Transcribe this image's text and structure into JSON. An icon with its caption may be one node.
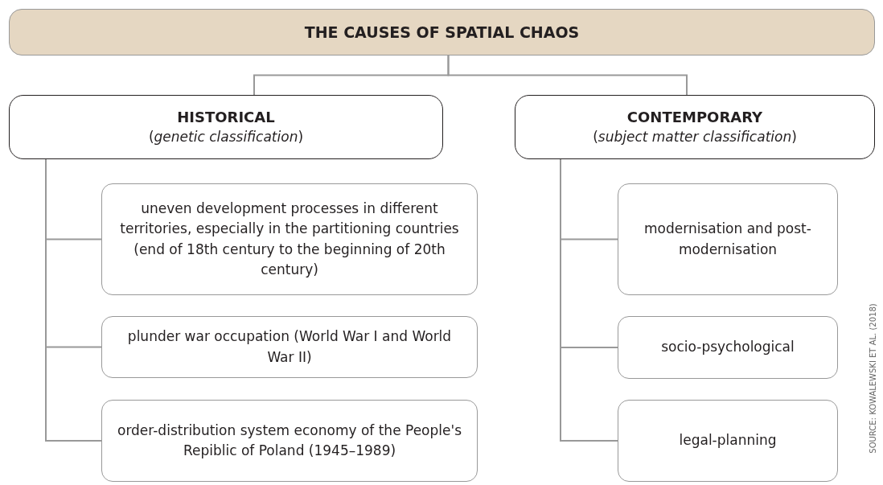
{
  "diagram": {
    "nodes": [
      {
        "text": [
          "THE CAUSES OF SPATIAL CHAOS"
        ]
      },
      {
        "text": [
          "HISTORICAL",
          "(*genetic classification*)"
        ]
      },
      {
        "text": [
          "CONTEMPORARY",
          "(*subject matter classification*)"
        ]
      },
      {
        "text": [
          "uneven development processes in different territories, especially in the partitioning countries (end of 18th century to the beginning of 20th century)"
        ]
      },
      {
        "text": [
          "plunder war occupation (World War I and World War II)"
        ]
      },
      {
        "text": [
          "order-distribution system economy of the People's Repiblic of Poland (1945–1989)"
        ]
      },
      {
        "text": [
          "modernisation and post-modernisation"
        ]
      },
      {
        "text": [
          "socio-psychological"
        ]
      },
      {
        "text": [
          "legal-planning"
        ]
      }
    ],
    "edges": [
      {
        "from": 0,
        "to": 1,
        "arrow": "none"
      },
      {
        "from": 0,
        "to": 2,
        "arrow": "none"
      },
      {
        "from": 1,
        "to": 3,
        "arrow": "none"
      },
      {
        "from": 1,
        "to": 4,
        "arrow": "none"
      },
      {
        "from": 1,
        "to": 5,
        "arrow": "none"
      },
      {
        "from": 2,
        "to": 6,
        "arrow": "none"
      },
      {
        "from": 2,
        "to": 7,
        "arrow": "none"
      },
      {
        "from": 2,
        "to": 8,
        "arrow": "none"
      }
    ],
    "labels": [
      "SOURCE: KOWALEWSKI ET AL. (2018)"
    ]
  }
}
